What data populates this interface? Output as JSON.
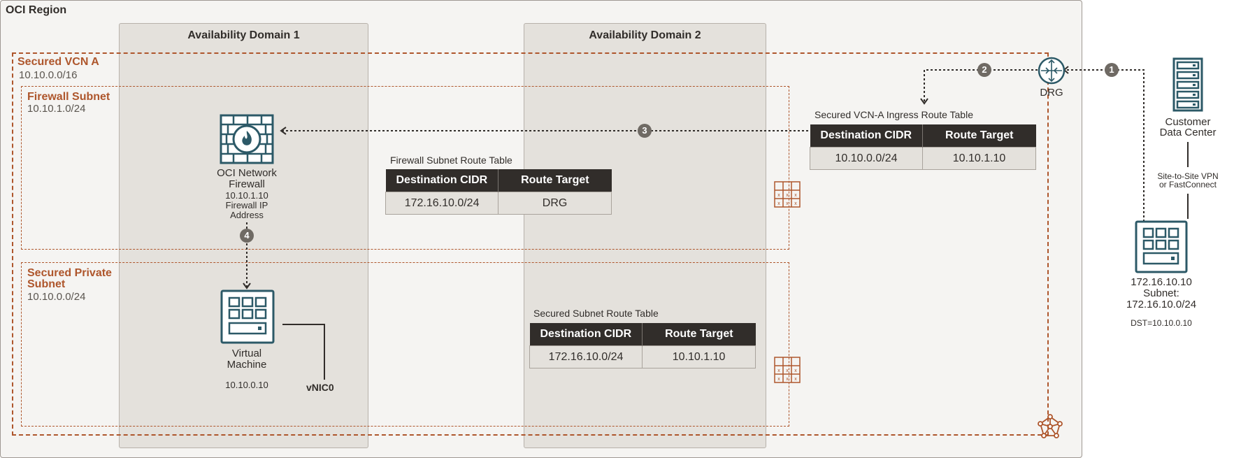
{
  "region": {
    "label": "OCI Region"
  },
  "availability_domains": [
    {
      "label": "Availability Domain 1"
    },
    {
      "label": "Availability Domain 2"
    }
  ],
  "vcn": {
    "name": "Secured VCN A",
    "cidr": "10.10.0.0/16"
  },
  "firewall_subnet": {
    "name": "Firewall Subnet",
    "cidr": "10.10.1.0/24"
  },
  "private_subnet": {
    "name_line1": "Secured Private",
    "name_line2": "Subnet",
    "cidr": "10.10.0.0/24"
  },
  "firewall": {
    "line1": "OCI Network",
    "line2": "Firewall",
    "ip": "10.10.1.10",
    "ip_label1": "Firewall IP",
    "ip_label2": "Address"
  },
  "vm": {
    "line1": "Virtual",
    "line2": "Machine",
    "ip": "10.10.0.10",
    "vnic": "vNIC0"
  },
  "drg": {
    "label": "DRG"
  },
  "customer": {
    "line1": "Customer",
    "line2": "Data Center",
    "conn_line1": "Site-to-Site VPN",
    "conn_line2": "or FastConnect",
    "host_ip": "172.16.10.10",
    "subnet_label": "Subnet:",
    "subnet_cidr": "172.16.10.0/24",
    "dst": "DST=10.10.0.10"
  },
  "ingress_table": {
    "caption": "Secured VCN-A Ingress Route Table",
    "col1": "Destination CIDR",
    "col2": "Route Target",
    "dest": "10.10.0.0/24",
    "target": "10.10.1.10"
  },
  "firewall_table": {
    "caption": "Firewall Subnet Route Table",
    "col1": "Destination CIDR",
    "col2": "Route Target",
    "dest": "172.16.10.0/24",
    "target": "DRG"
  },
  "secured_table": {
    "caption": "Secured Subnet Route Table",
    "col1": "Destination CIDR",
    "col2": "Route Target",
    "dest": "172.16.10.0/24",
    "target": "10.10.1.10"
  },
  "steps": [
    "1",
    "2",
    "3",
    "4"
  ],
  "colors": {
    "accent": "#ae562c",
    "teal": "#2c5967",
    "dark": "#312d2a"
  }
}
